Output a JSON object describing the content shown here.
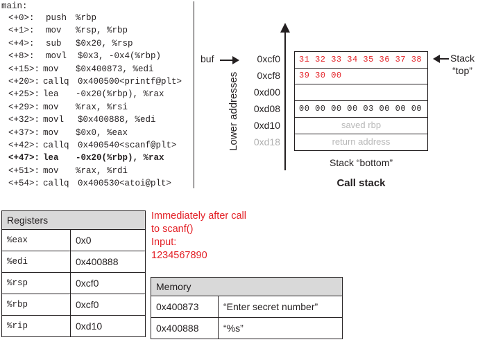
{
  "assembly": {
    "function_label": "main:",
    "lines": [
      {
        "offset": "<+0>:",
        "op": "push",
        "args": "%rbp",
        "bold": false
      },
      {
        "offset": "<+1>:",
        "op": "mov",
        "args": "%rsp, %rbp",
        "bold": false
      },
      {
        "offset": "<+4>:",
        "op": "sub",
        "args": "$0x20, %rsp",
        "bold": false
      },
      {
        "offset": "<+8>:",
        "op": "movl",
        "args": "$0x3, -0x4(%rbp)",
        "bold": false
      },
      {
        "offset": "<+15>:",
        "op": "mov",
        "args": "$0x400873, %edi",
        "bold": false
      },
      {
        "offset": "<+20>:",
        "op": "callq",
        "args": "0x400500<printf@plt>",
        "bold": false
      },
      {
        "offset": "<+25>:",
        "op": "lea",
        "args": "-0x20(%rbp), %rax",
        "bold": false
      },
      {
        "offset": "<+29>:",
        "op": "mov",
        "args": "%rax, %rsi",
        "bold": false
      },
      {
        "offset": "<+32>:",
        "op": "movl",
        "args": "$0x400888, %edi",
        "bold": false
      },
      {
        "offset": "<+37>:",
        "op": "mov",
        "args": "$0x0, %eax",
        "bold": false
      },
      {
        "offset": "<+42>:",
        "op": "callq",
        "args": "0x400540<scanf@plt>",
        "bold": false
      },
      {
        "offset": "<+47>:",
        "op": "lea",
        "args": "-0x20(%rbp), %rax",
        "bold": true
      },
      {
        "offset": "<+51>:",
        "op": "mov",
        "args": "%rax, %rdi",
        "bold": false
      },
      {
        "offset": "<+54>:",
        "op": "callq",
        "args": "0x400530<atoi@plt>",
        "bold": false
      }
    ]
  },
  "stack": {
    "buf_label": "buf",
    "lower_addresses_label": "Lower addresses",
    "stack_top_label_line1": "Stack",
    "stack_top_label_line2": "“top”",
    "stack_bottom_label": "Stack “bottom”",
    "title": "Call stack",
    "rows": [
      {
        "address": "0xcf0",
        "content": "31 32 33 34 35 36 37 38",
        "style": "red",
        "faded": false
      },
      {
        "address": "0xcf8",
        "content": "39 30 00",
        "style": "red",
        "faded": false
      },
      {
        "address": "0xd00",
        "content": "",
        "style": "plain",
        "faded": false
      },
      {
        "address": "0xd08",
        "content": "00 00 00 00 03 00 00 00",
        "style": "plain",
        "faded": false
      },
      {
        "address": "0xd10",
        "content": "saved rbp",
        "style": "ghost",
        "faded": false
      },
      {
        "address": "0xd18",
        "content": "return address",
        "style": "ghost",
        "faded": true
      }
    ]
  },
  "registers": {
    "header": "Registers",
    "rows": [
      {
        "name": "%eax",
        "value": "0x0"
      },
      {
        "name": "%edi",
        "value": "0x400888"
      },
      {
        "name": "%rsp",
        "value": "0xcf0"
      },
      {
        "name": "%rbp",
        "value": "0xcf0"
      },
      {
        "name": "%rip",
        "value": "0xd10"
      }
    ]
  },
  "note": {
    "line1": "Immediately after call",
    "line2": "to scanf()",
    "line3": "Input:",
    "line4": "1234567890"
  },
  "memory": {
    "header": "Memory",
    "rows": [
      {
        "address": "0x400873",
        "value": "“Enter secret number”"
      },
      {
        "address": "0x400888",
        "value": "“%s”"
      }
    ]
  },
  "colors": {
    "highlight": "#e31e24",
    "header_fill": "#d9d9d9",
    "faded": "#b0b0b0"
  }
}
